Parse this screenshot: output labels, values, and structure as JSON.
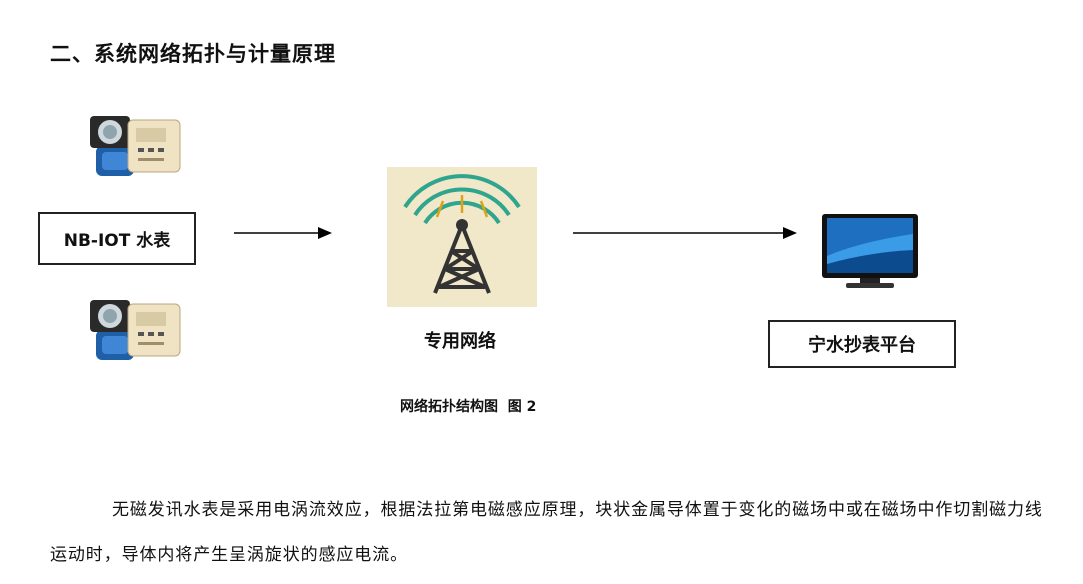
{
  "section": {
    "heading": "二、系统网络拓扑与计量原理"
  },
  "diagram": {
    "meter_label": "NB-IOT 水表",
    "network_label": "专用网络",
    "platform_label": "宁水抄表平台",
    "caption": "网络拓扑结构图  图 2",
    "icons": {
      "meter_top": "water-meter-icon",
      "meter_bottom": "water-meter-icon",
      "tower": "signal-tower-icon",
      "monitor": "monitor-icon"
    }
  },
  "paragraph": {
    "text": "无磁发讯水表是采用电涡流效应，根据法拉第电磁感应原理，块状金属导体置于变化的磁场中或在磁场中作切割磁力线运动时，导体内将产生呈涡旋状的感应电流。"
  }
}
